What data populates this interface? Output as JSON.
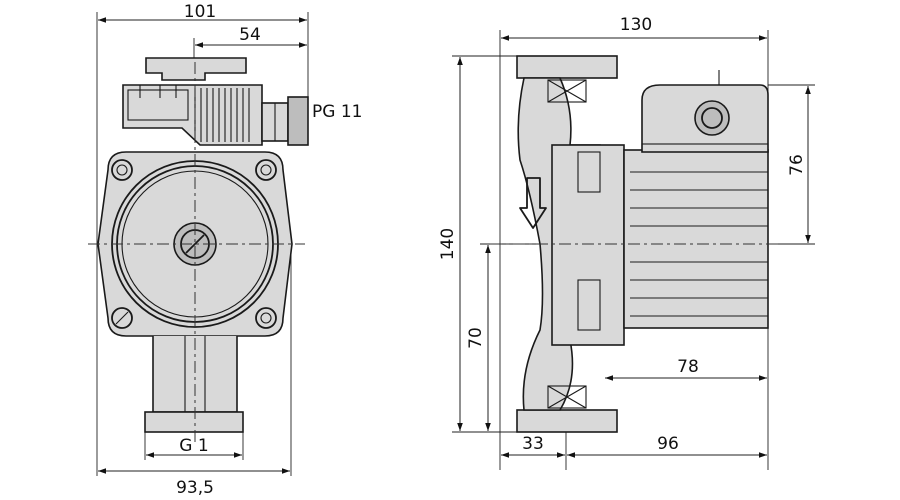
{
  "front_view": {
    "dim_overall_width": "101",
    "dim_terminal_offset": "54",
    "cable_gland": "PG 11",
    "thread": "G 1",
    "dim_base_width": "93,5"
  },
  "side_view": {
    "dim_total_length": "130",
    "dim_total_height": "140",
    "dim_motor_head": "76",
    "dim_axis_height": "70",
    "dim_motor_length": "78",
    "dim_flange_offset": "33",
    "dim_motor_depth": "96"
  },
  "icons": [
    "flow-direction-arrow-icon",
    "screw-icon",
    "rotor-hub-icon"
  ],
  "colors": {
    "line": "#1a1a1a",
    "shading": "#d9d9d9",
    "background": "#ffffff"
  }
}
